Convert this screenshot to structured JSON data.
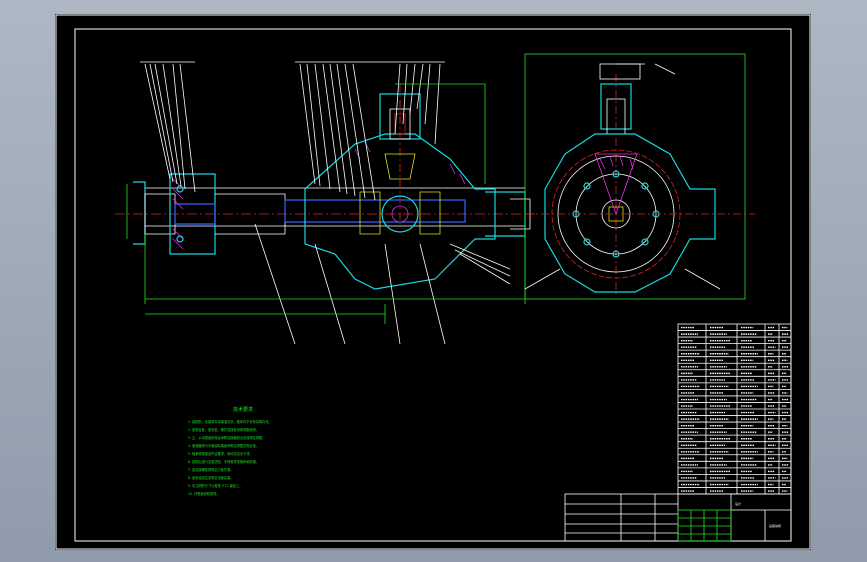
{
  "canvas": {
    "background": "#000000",
    "line_colors": {
      "outline": "#ffffff",
      "housing": "#19d7e0",
      "dimension": "#22e022",
      "hatch": "#e030e0",
      "center": "#e02020",
      "part": "#e0e020",
      "shaft": "#3a63ff"
    }
  },
  "technical_notes": {
    "title": "技术要求",
    "lines": [
      "1. 装配前，全部零件用煤油清洗，箱体内不许有杂物存在。",
      "2. 各配合处、密封处、螺钉连接处用润滑脂润滑。",
      "3. 主、从动锥齿轮啮合间隙及接触斑点应按规定调整。",
      "4. 差速器壳与半轴齿轮端面间隙应调整至规定值。",
      "5. 轴承预紧度应符合要求，转动灵活无卡滞。",
      "6. 装配后进行空载试验，不得有异常噪声和渗漏。",
      "7. 各连接螺栓按规定力矩拧紧。",
      "8. 齿轮油加注至规定油面高度。",
      "9. 未注明的尺寸公差按 IT12 级加工。",
      "10. 外表面涂防锈漆。"
    ]
  },
  "title_block": {
    "drawing_name": "后驱动桥",
    "company": "设计"
  }
}
